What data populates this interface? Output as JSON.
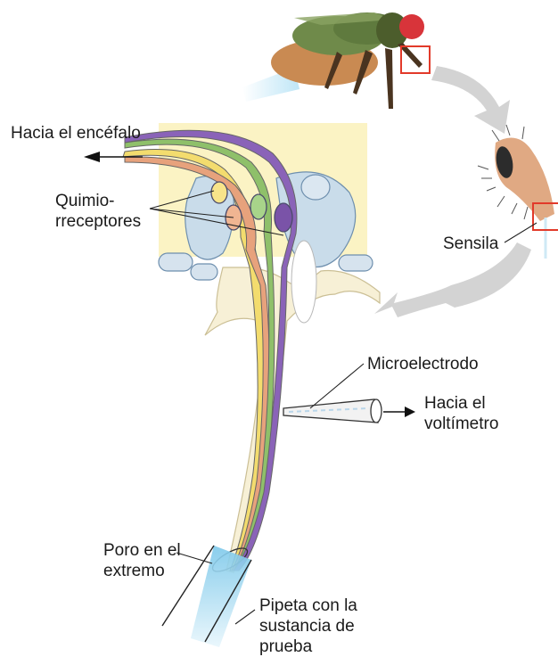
{
  "labels": {
    "hacia_encefalo": "Hacia el encéfalo",
    "quimiorreceptores": [
      "Quimio-",
      "rreceptores"
    ],
    "sensila": "Sensila",
    "microelectrodo": "Microelectrodo",
    "hacia_voltimetro": [
      "Hacia el",
      "voltímetro"
    ],
    "poro": [
      "Poro en el",
      "extremo"
    ],
    "pipeta": [
      "Pipeta con la",
      "sustancia de",
      "prueba"
    ]
  },
  "colors": {
    "background_panel": "#fbf3c4",
    "support_cells": "#c9dcea",
    "cuticle": "#f7f0d6",
    "receptor_purple": "#8a63b8",
    "receptor_green": "#8fc06a",
    "receptor_orange": "#e7a27c",
    "receptor_yellow": "#f3dc6e",
    "callout_box": "#e23a2a",
    "fly_body": "#6f8a4a",
    "fly_eye": "#d8343a",
    "fly_wing": "#c98a52",
    "pipette": "#a6d9f0",
    "arrow_gray": "#d0d0d0"
  }
}
